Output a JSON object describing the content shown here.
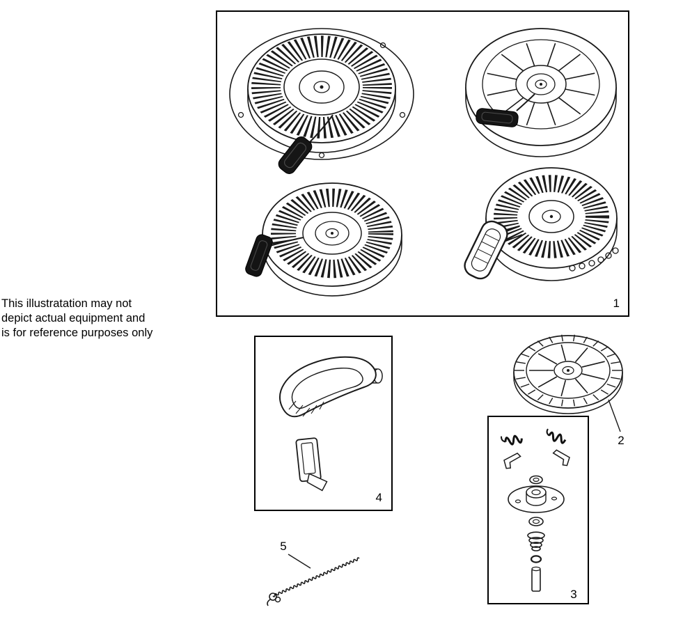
{
  "disclaimer": {
    "lines": [
      "This illustratation may not",
      "depict actual equipment and",
      "is for reference purposes only"
    ]
  },
  "parts": {
    "assembly": {
      "label": "1"
    },
    "pulley": {
      "label": "2"
    },
    "kit": {
      "label": "3"
    },
    "handle": {
      "label": "4"
    },
    "spring": {
      "label": "5"
    }
  },
  "colors": {
    "line": "#1a1a1a",
    "background": "#ffffff"
  }
}
